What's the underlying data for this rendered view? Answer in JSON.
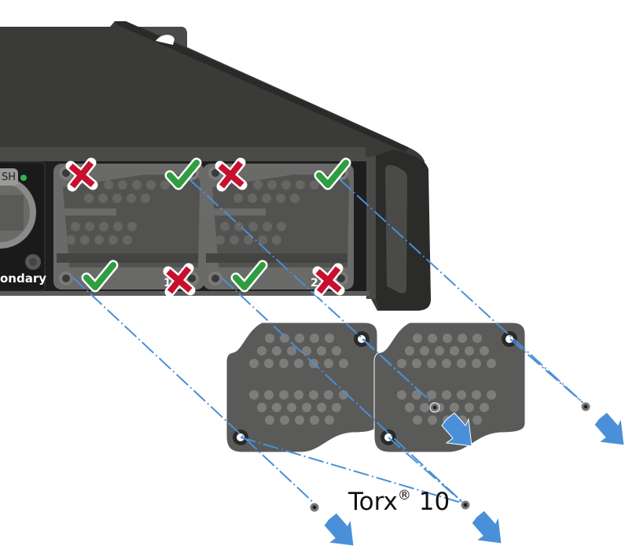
{
  "figure": {
    "description": "Removing connector cover plates from rear panel of rack device",
    "caption": {
      "tool_name": "Torx",
      "trademark": "®",
      "size": "10"
    },
    "panel": {
      "left_port_label_fragment": "ondary",
      "push_button_label_fragment": "SH",
      "port_numbers": [
        "1",
        "2"
      ],
      "status_led_color": "#2db84a"
    },
    "markers": {
      "keep_screw_symbol": "cross",
      "remove_screw_symbol": "check",
      "cross_color": "#c8102e",
      "check_color": "#2e9e3e"
    },
    "slots": [
      {
        "number": "1",
        "screws": {
          "top_left": "cross",
          "top_right": "check",
          "bottom_left": "check",
          "bottom_right": "cross"
        }
      },
      {
        "number": "2",
        "screws": {
          "top_left": "cross",
          "top_right": "check",
          "bottom_left": "check",
          "bottom_right": "cross"
        }
      }
    ],
    "colors": {
      "housing": "#3a3a39",
      "panel": "#1e1e1e",
      "cover_plate": "#5a5a59",
      "plate_holes": "#7d7d7c",
      "guide_line": "#4a8fd6",
      "arrow": "#4a90d9"
    }
  }
}
